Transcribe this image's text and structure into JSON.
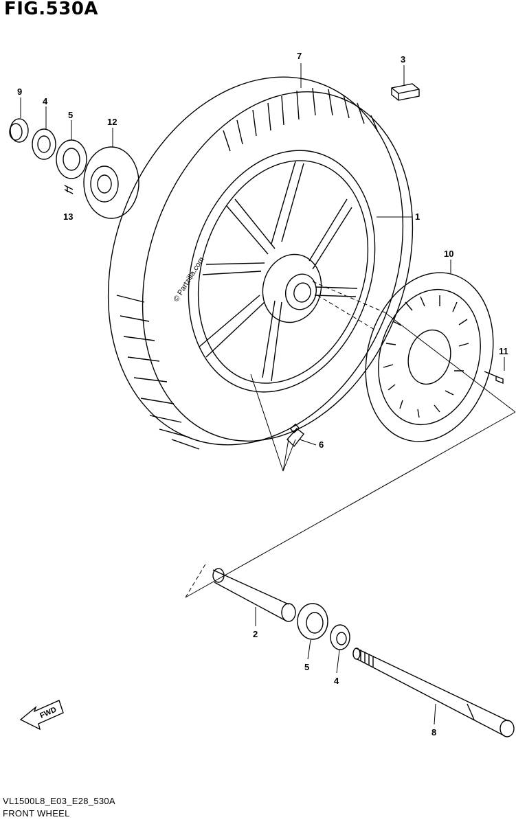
{
  "figure": {
    "title": "FIG.530A",
    "code": "VL1500L8_E03_E28_530A",
    "name": "FRONT WHEEL",
    "watermark": "© Partzilla.com",
    "fwd_label": "FWD"
  },
  "callouts": {
    "c1": "1",
    "c2": "2",
    "c3": "3",
    "c4a": "4",
    "c4b": "4",
    "c5a": "5",
    "c5b": "5",
    "c6": "6",
    "c7": "7",
    "c8": "8",
    "c9": "9",
    "c10": "10",
    "c11": "11",
    "c12": "12",
    "c13": "13"
  }
}
